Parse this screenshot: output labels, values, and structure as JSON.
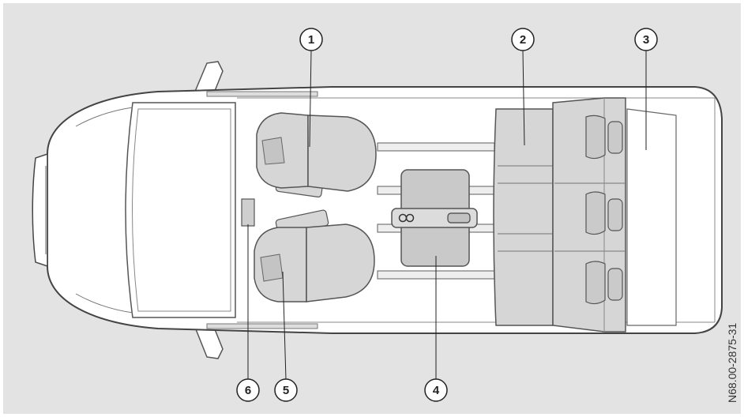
{
  "diagram": {
    "callouts": [
      {
        "id": "1",
        "label": "1"
      },
      {
        "id": "2",
        "label": "2"
      },
      {
        "id": "3",
        "label": "3"
      },
      {
        "id": "4",
        "label": "4"
      },
      {
        "id": "5",
        "label": "5"
      },
      {
        "id": "6",
        "label": "6"
      }
    ],
    "reference_code": "N68.00-2875-31"
  },
  "colors": {
    "background": "#e3e3e3",
    "body_fill": "#ffffff",
    "outline": "#555555",
    "seat_fill": "#d6d6d6",
    "table_fill": "#c9c9c9"
  }
}
